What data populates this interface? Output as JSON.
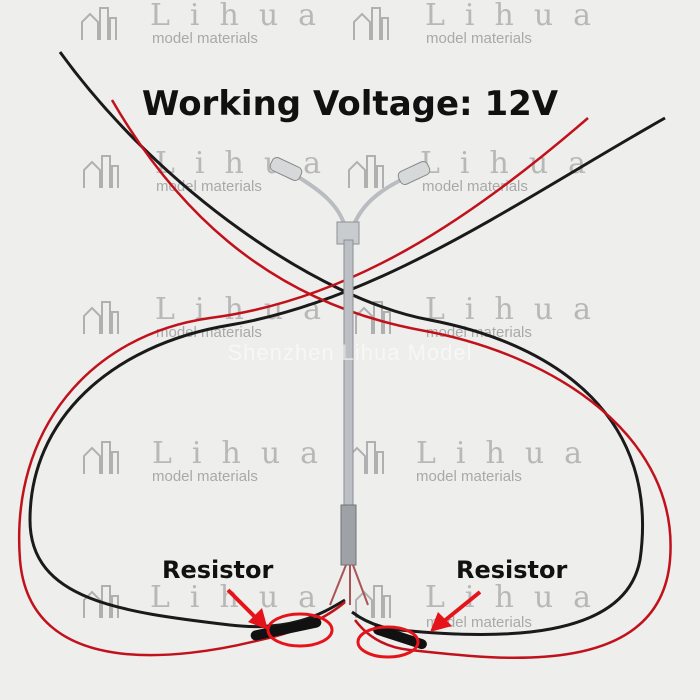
{
  "watermark": {
    "brand": "Lihua",
    "tagline": "model materials",
    "overlay": "Shenzhen Lihua Model"
  },
  "headline": "Working Voltage: 12V",
  "labels": {
    "left": "Resistor",
    "right": "Resistor"
  },
  "colors": {
    "background": "#eeeeec",
    "wire_red": "#c1121c",
    "wire_black": "#1a1a1a",
    "annotation": "#e5141b",
    "pole": "#b9bcc0"
  },
  "icons": [
    "house-logo-icon",
    "street-lamp-icon",
    "arrow-icon",
    "circle-marker-icon"
  ]
}
